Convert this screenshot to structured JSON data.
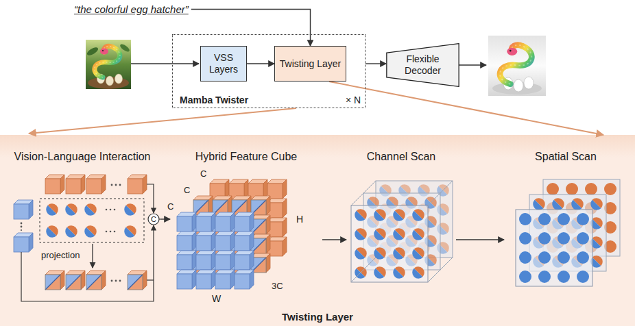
{
  "diagram": {
    "nodes": [
      {
        "text": [
          "“the colorful egg hatcher”"
        ]
      },
      {
        "text": [
          "Mamba Twister"
        ]
      },
      {
        "text": [
          "VSS Layers"
        ],
        "in": 1
      },
      {
        "text": [
          "Twisting Layer"
        ],
        "in": 1
      },
      {
        "text": [
          "Flexible Decoder"
        ]
      },
      {
        "text": [
          "Twisting Layer"
        ]
      },
      {
        "text": [
          "Vision-Language Interaction"
        ],
        "in": 5
      },
      {
        "text": [
          "Hybrid Feature Cube"
        ],
        "in": 5
      },
      {
        "text": [
          "Channel Scan"
        ],
        "in": 5
      },
      {
        "text": [
          "Spatial Scan"
        ],
        "in": 5
      }
    ],
    "edges": [
      {
        "from": 0,
        "to": 3,
        "arrow": "to"
      },
      {
        "from": 2,
        "to": 3,
        "arrow": "to"
      },
      {
        "from": 1,
        "to": 4,
        "arrow": "to"
      },
      {
        "from": 3,
        "to": 5,
        "arrow": "to"
      },
      {
        "from": 6,
        "to": 7,
        "arrow": "to"
      },
      {
        "from": 7,
        "to": 8,
        "arrow": "to"
      },
      {
        "from": 8,
        "to": 9,
        "arrow": "to"
      }
    ],
    "labels": [
      "× N",
      "projection",
      "C",
      "C",
      "C",
      "C",
      "H",
      "3C",
      "W"
    ]
  }
}
